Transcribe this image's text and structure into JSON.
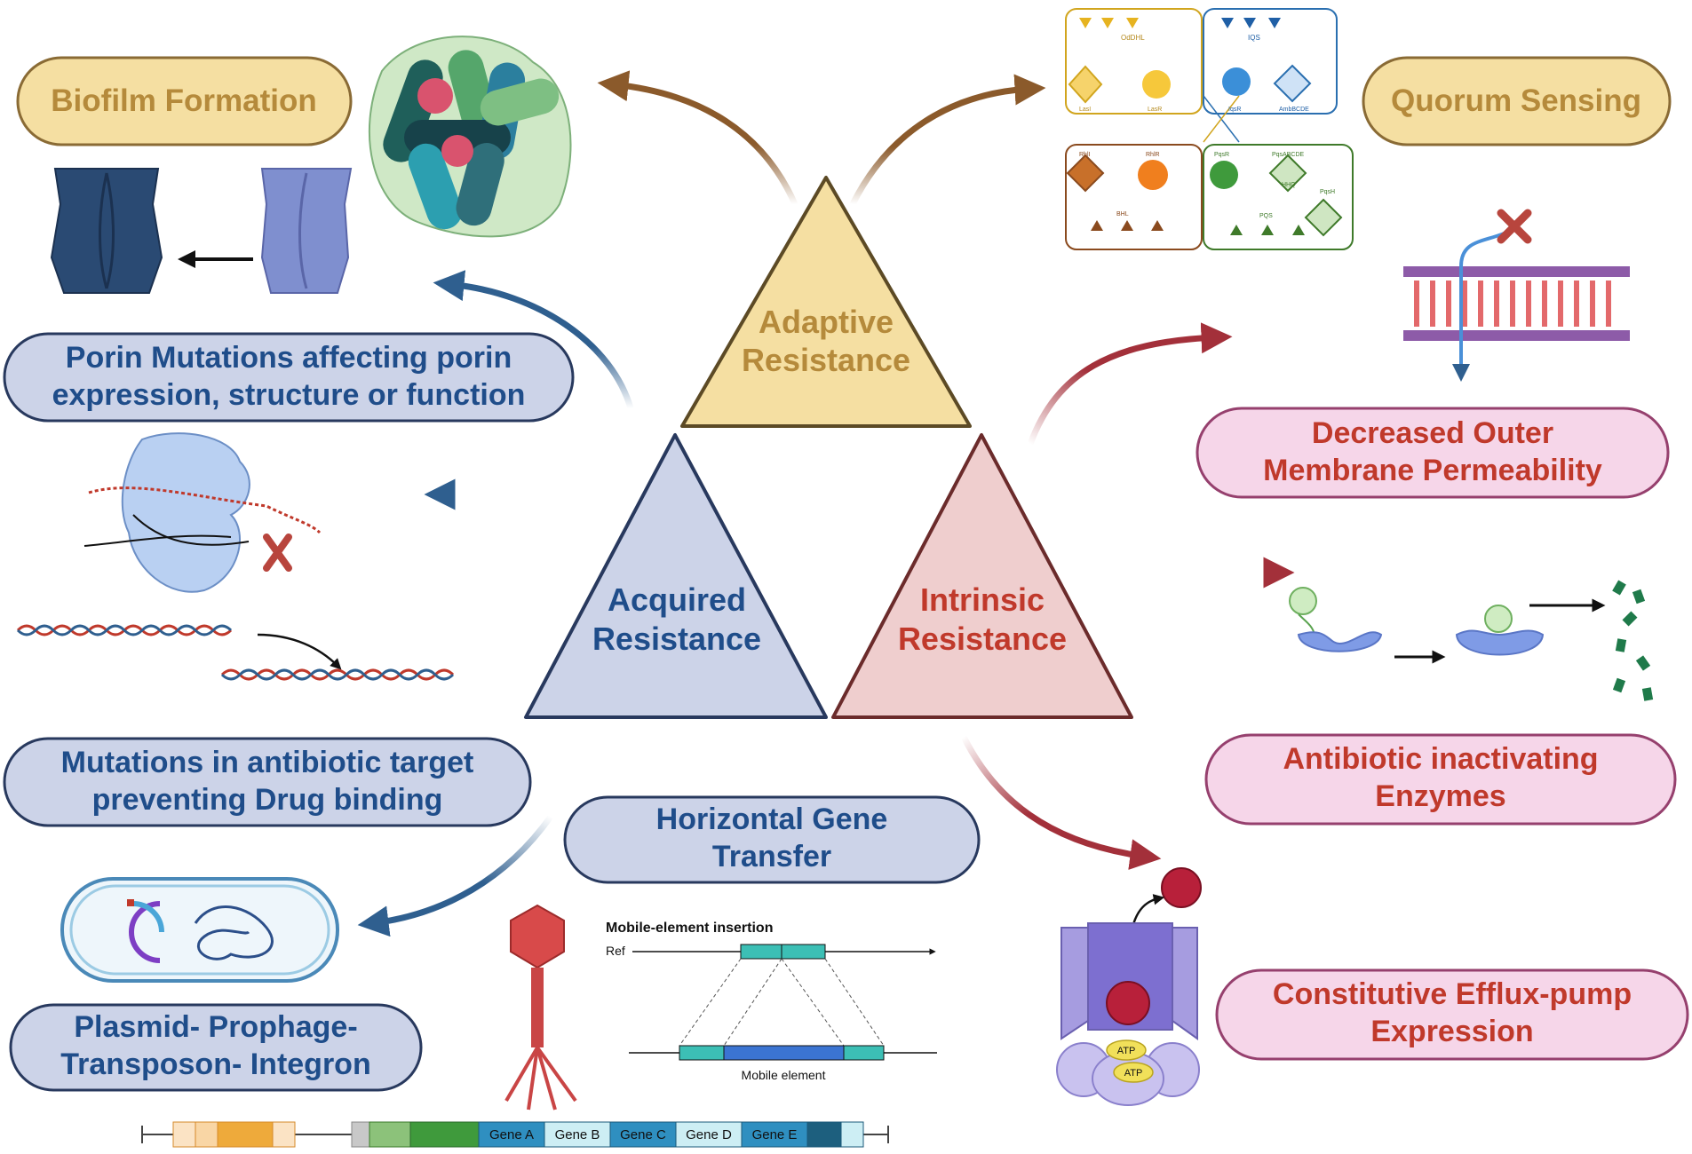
{
  "center": {
    "adaptive": [
      "Adaptive",
      "Resistance"
    ],
    "acquired": [
      "Acquired",
      "Resistance"
    ],
    "intrinsic": [
      "Intrinsic",
      "Resistance"
    ]
  },
  "labels": {
    "biofilm": "Biofilm Formation",
    "quorum": "Quorum Sensing",
    "porin": [
      "Porin Mutations affecting porin",
      "expression, structure or function"
    ],
    "decreased": [
      "Decreased Outer",
      "Membrane Permeability"
    ],
    "mutations": [
      "Mutations in antibiotic target",
      "preventing Drug binding"
    ],
    "enzymes": [
      "Antibiotic inactivating",
      "Enzymes"
    ],
    "hgt": [
      "Horizontal Gene",
      "Transfer"
    ],
    "plasmid": [
      "Plasmid- Prophage-",
      "Transposon- Integron"
    ],
    "efflux": [
      "Constitutive Efflux-pump",
      "Expression"
    ]
  },
  "quorum_diagram": {
    "nodes": [
      "OdDHL",
      "IQS",
      "LasI",
      "LasR",
      "IqsR",
      "AmbBCDE",
      "RhlI",
      "RhlR",
      "PqsR",
      "PqsABCDE",
      "HHQ",
      "PqsH",
      "BHL",
      "PQS"
    ]
  },
  "mobile_element": {
    "title": "Mobile-element insertion",
    "ref": "Ref",
    "element": "Mobile element"
  },
  "genes": [
    "Gene A",
    "Gene B",
    "Gene C",
    "Gene D",
    "Gene E"
  ],
  "atp": [
    "ATP",
    "ATP"
  ],
  "colors": {
    "adaptive_fill": "#f5dfa2",
    "adaptive_stroke": "#5c4a25",
    "adaptive_text": "#b58a3b",
    "acquired_fill": "#ccd3e8",
    "acquired_stroke": "#28395e",
    "acquired_text": "#1f4d8a",
    "intrinsic_fill": "#efcece",
    "intrinsic_stroke": "#6b2b2b",
    "intrinsic_text": "#c0392b",
    "pink_fill": "#f6d6e9",
    "pink_stroke": "#96406e"
  }
}
